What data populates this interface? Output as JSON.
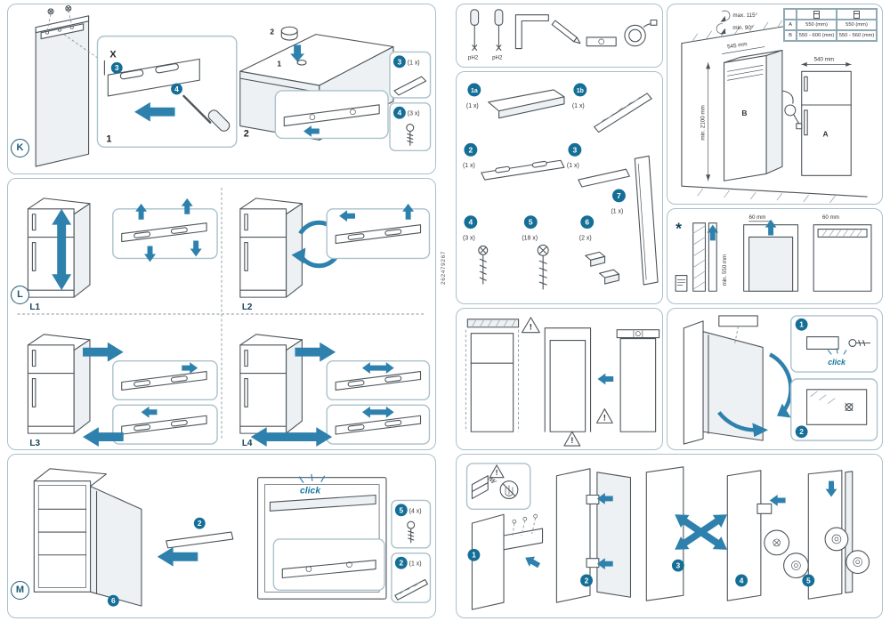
{
  "page": {
    "document_code": "262479267"
  },
  "symbols": {
    "warning": "!",
    "asterisk": "*"
  },
  "sections": {
    "k": "K",
    "l": "L",
    "m": "M"
  },
  "panel_k": {
    "x_label": "X",
    "step_inset": "1",
    "step_top": "2",
    "cap_step_press": "2",
    "cap_step_insert": "1",
    "badge_plate": "3",
    "badge_screw": "4",
    "inset_plate": {
      "num": "3",
      "qty": "(1 x)"
    },
    "inset_screw": {
      "num": "4",
      "qty": "(3 x)"
    }
  },
  "panel_l": {
    "l1": "L1",
    "l2": "L2",
    "l3": "L3",
    "l4": "L4"
  },
  "panel_m": {
    "click": "click",
    "badge_rail": "2",
    "badge_spacer": "6",
    "inset_screw": {
      "num": "5",
      "qty": "(4 x)"
    },
    "inset_rail": {
      "num": "2",
      "qty": "(1 x)"
    }
  },
  "tools": {
    "screwdriver1": "pH2",
    "screwdriver2": "pH2"
  },
  "parts": {
    "items": [
      {
        "num": "1a",
        "qty": "(1 x)"
      },
      {
        "num": "1b",
        "qty": "(1 x)"
      },
      {
        "num": "2",
        "qty": "(1 x)"
      },
      {
        "num": "3",
        "qty": "(1 x)"
      },
      {
        "num": "7",
        "qty": "(1 x)"
      },
      {
        "num": "4",
        "qty": "(3 x)"
      },
      {
        "num": "5",
        "qty": "(18 x)"
      },
      {
        "num": "6",
        "qty": "(2 x)"
      }
    ]
  },
  "dimensions": {
    "room_height": "min. 2100 mm",
    "depth": "545 mm",
    "width": "540 mm",
    "letter_a": "A",
    "letter_b": "B",
    "swing_max": "max. 115°",
    "swing_min": "min. 90°",
    "table": {
      "rows": [
        {
          "label": "A",
          "v1": "550 (mm)",
          "v2": "550 (mm)"
        },
        {
          "label": "B",
          "v1": "550 - 600 (mm)",
          "v2": "550 - 560 (mm)"
        }
      ]
    }
  },
  "niche": {
    "vent_left": "60 mm",
    "vent_right": "60 mm",
    "depth": "min. 550 mm"
  },
  "door_panel": {
    "step1": "1",
    "step2": "2",
    "click": "click"
  },
  "hinge_panel": {
    "steps": [
      "1",
      "2",
      "3",
      "4",
      "5"
    ]
  }
}
